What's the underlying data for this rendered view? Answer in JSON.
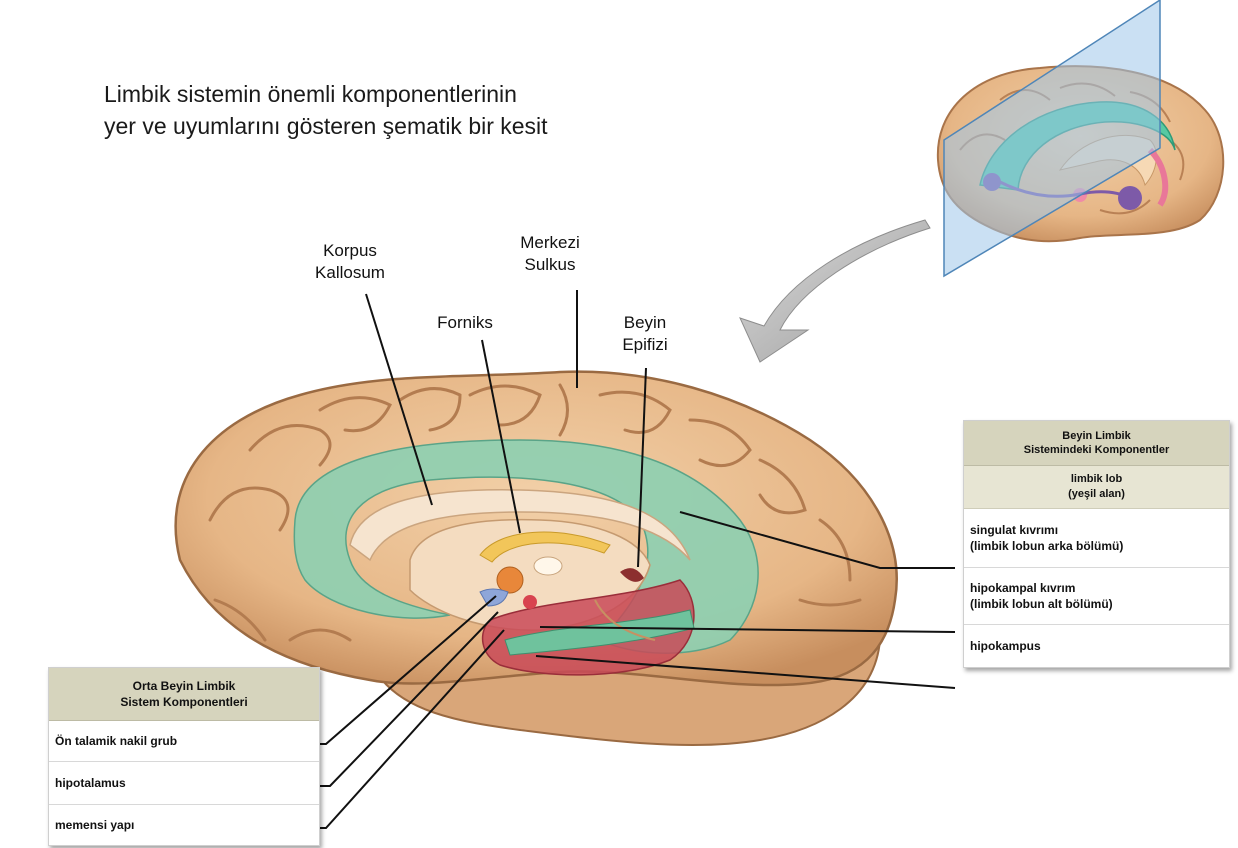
{
  "title_line1": "Limbik sistemin önemli komponentlerinin",
  "title_line2": "yer ve uyumlarını gösteren şematik bir kesit",
  "labels": {
    "korpus_kallosum": "Korpus\nKallosum",
    "merkezi_sulkus": "Merkezi\nSulkus",
    "forniks": "Forniks",
    "beyin_epifizi": "Beyin\nEpifizi"
  },
  "right_legend": {
    "header": "Beyin Limbik\nSistemindeki Komponentler",
    "subheader": "limbik lob\n(yeşil alan)",
    "items": [
      "singulat kıvrımı\n(limbik lobun arka bölümü)",
      "hipokampal kıvrım\n(limbik lobun alt bölümü)",
      "hipokampus"
    ]
  },
  "left_legend": {
    "header": "Orta Beyin Limbik\nSistem Komponentleri",
    "items": [
      "Ön talamik nakil grub",
      "hipotalamus",
      "memensi yapı"
    ]
  },
  "colors": {
    "cortex": "#e9bc8f",
    "cortex_dark": "#b07a4e",
    "limbic_green": "#8ecfb1",
    "hippocampus_red": "#c94a58",
    "fornix_yellow": "#f2c65a",
    "plane_blue": "#9ec7ea",
    "legend_header": "#d6d4bd"
  }
}
